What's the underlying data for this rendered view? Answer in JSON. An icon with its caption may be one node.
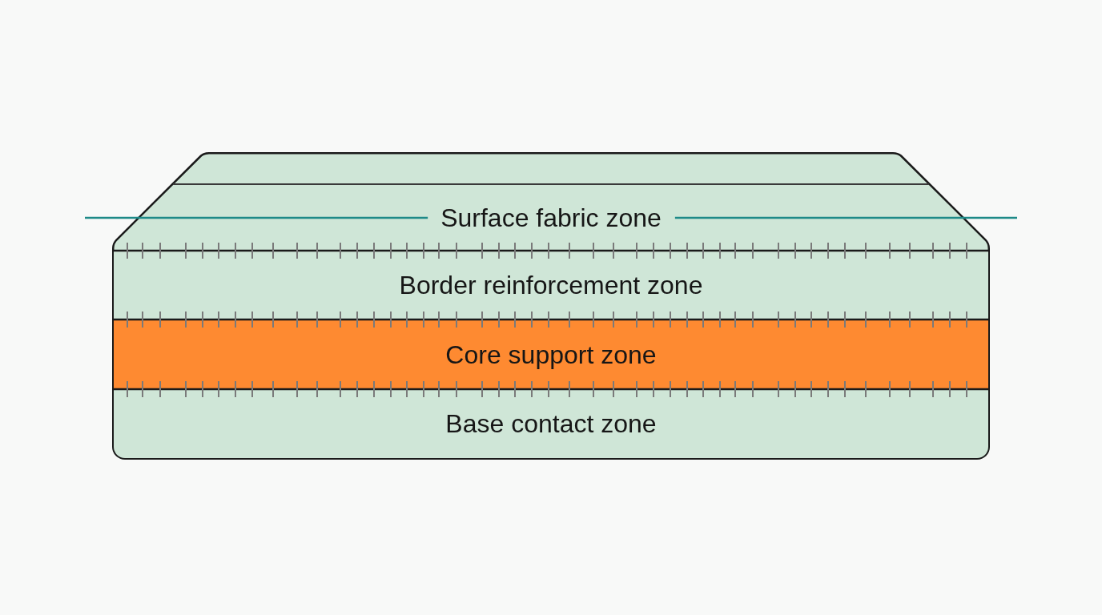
{
  "diagram": {
    "nodes": [
      {
        "text": [
          "Surface fabric zone"
        ]
      },
      {
        "text": [
          "Border reinforcement zone"
        ]
      },
      {
        "text": [
          "Core support zone"
        ]
      },
      {
        "text": [
          "Base contact zone"
        ]
      }
    ]
  }
}
